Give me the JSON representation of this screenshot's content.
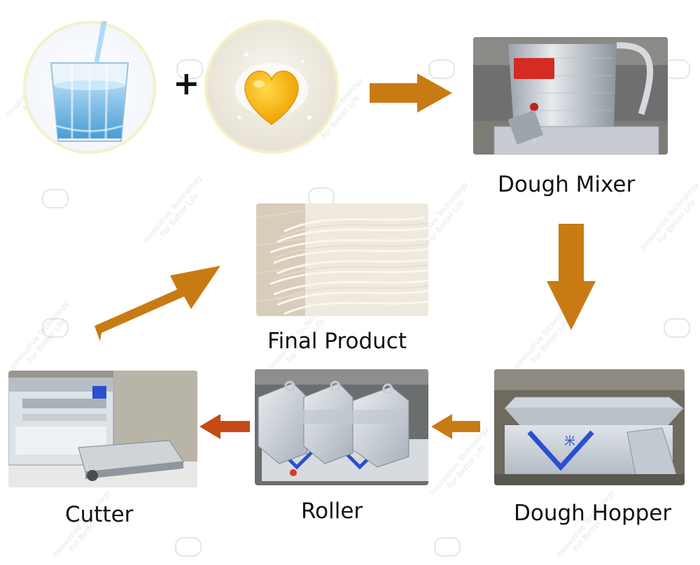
{
  "steps": {
    "plus": "+",
    "mixer": "Dough Mixer",
    "final": "Final Product",
    "hopper": "Dough Hopper",
    "roller": "Roller",
    "cutter": "Cutter"
  },
  "mixer_sign": "",
  "hopper_mark": "米",
  "watermark": {
    "line1": "Innovative Technology",
    "line2": "For Better Life"
  },
  "colors": {
    "arrow_orange": "#c97b13",
    "arrow_red": "#c64a14",
    "circle_ring": "#f4f1c8",
    "machine_steel": "#c9cfd6",
    "accent_blue": "#2a4fd0"
  }
}
